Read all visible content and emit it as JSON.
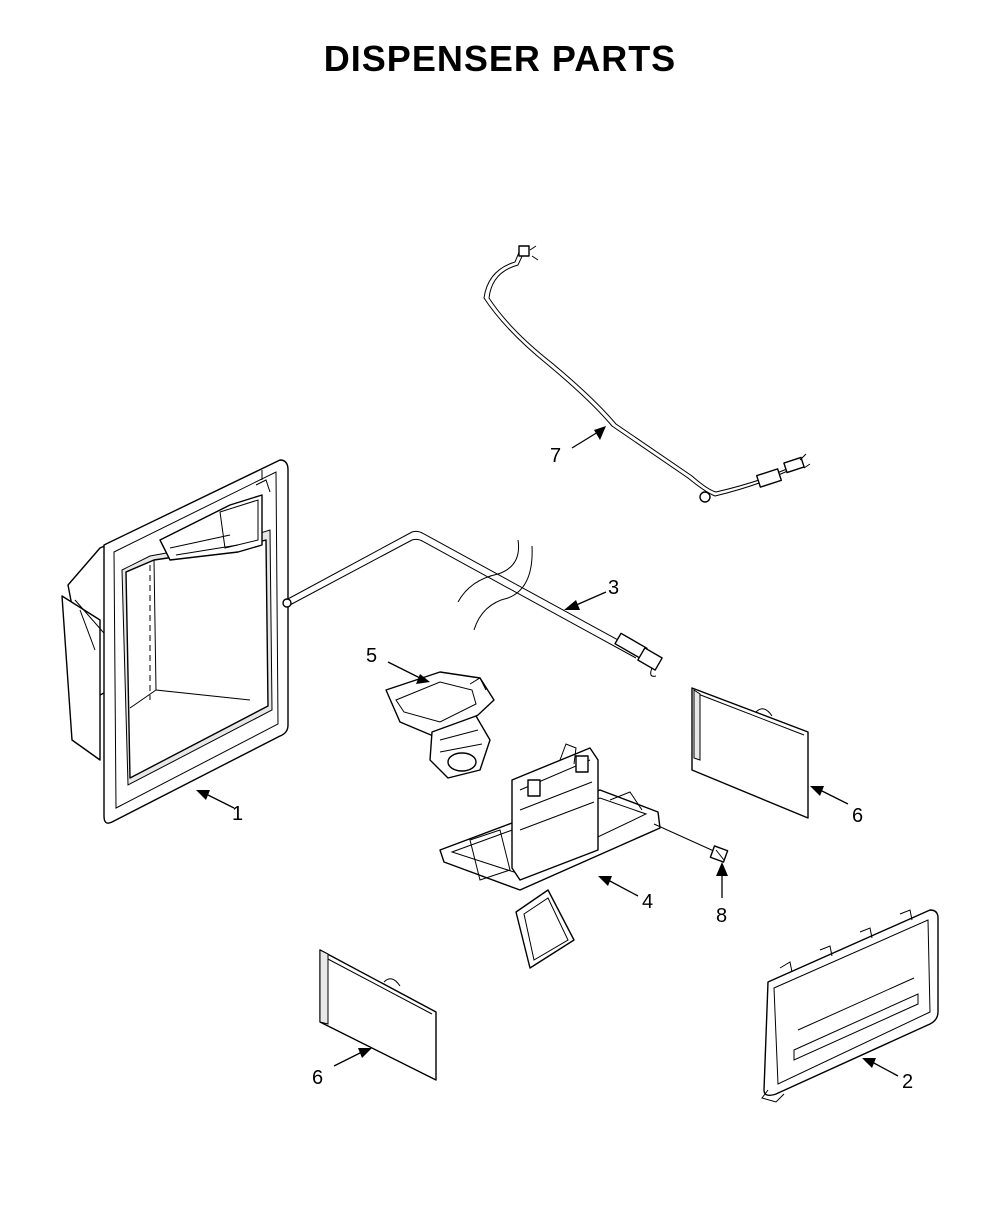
{
  "title": "DISPENSER PARTS",
  "parts": [
    {
      "id": "1",
      "label": "1"
    },
    {
      "id": "2",
      "label": "2"
    },
    {
      "id": "3",
      "label": "3"
    },
    {
      "id": "4",
      "label": "4"
    },
    {
      "id": "5",
      "label": "5"
    },
    {
      "id": "6a",
      "label": "6"
    },
    {
      "id": "6b",
      "label": "6"
    },
    {
      "id": "7",
      "label": "7"
    },
    {
      "id": "8",
      "label": "8"
    }
  ]
}
